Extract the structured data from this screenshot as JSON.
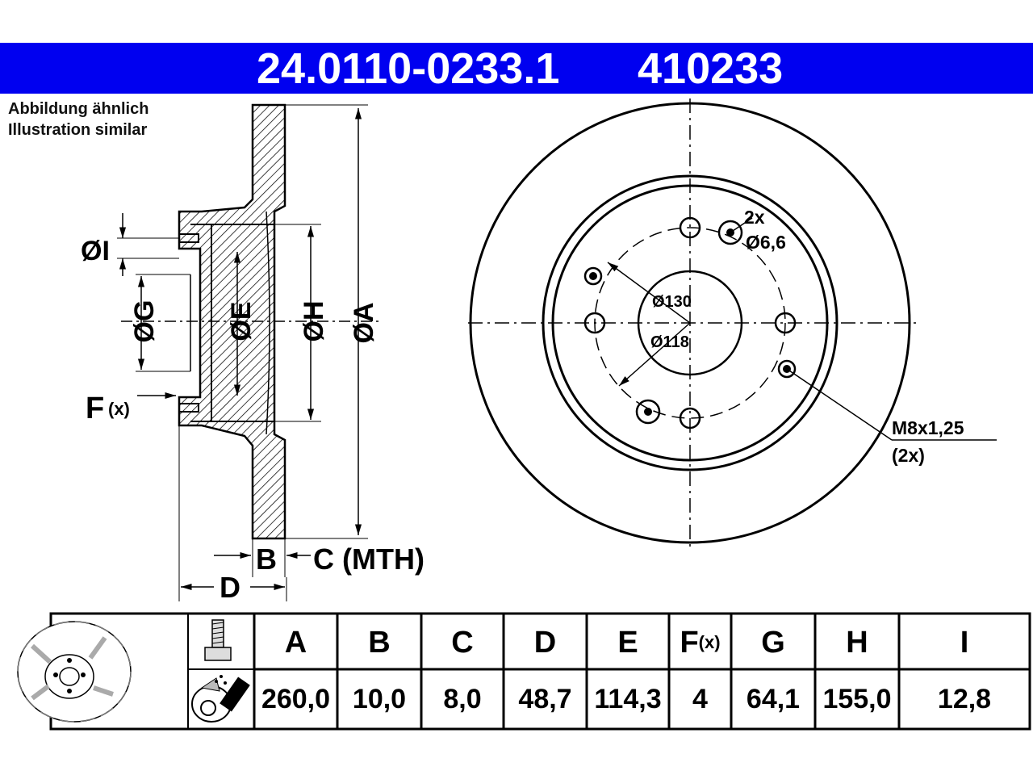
{
  "header": {
    "part_number": "24.0110-0233.1",
    "ref_number": "410233",
    "background_color": "#0000f0"
  },
  "note": {
    "line1": "Abbildung ähnlich",
    "line2": "Illustration similar"
  },
  "section_labels": {
    "I": "ØI",
    "G": "ØG",
    "E": "ØE",
    "H": "ØH",
    "A": "ØA",
    "F": "F",
    "F_sub": "(x)",
    "B": "B",
    "C": "C (MTH)",
    "D": "D"
  },
  "front_labels": {
    "hole_count": "2x",
    "hole_dia": "Ø6,6",
    "pcd": "Ø130",
    "center_bore": "Ø118",
    "thread": "M8x1,25",
    "thread_count": "(2x)"
  },
  "table": {
    "headers": [
      "A",
      "B",
      "C",
      "D",
      "E",
      "F",
      "G",
      "H",
      "I"
    ],
    "f_sub": "(x)",
    "values": [
      "260,0",
      "10,0",
      "8,0",
      "48,7",
      "114,3",
      "4",
      "64,1",
      "155,0",
      "12,8"
    ]
  },
  "icons": [
    "brake-disc-icon",
    "bolt-icon",
    "spray-grease-icon"
  ]
}
